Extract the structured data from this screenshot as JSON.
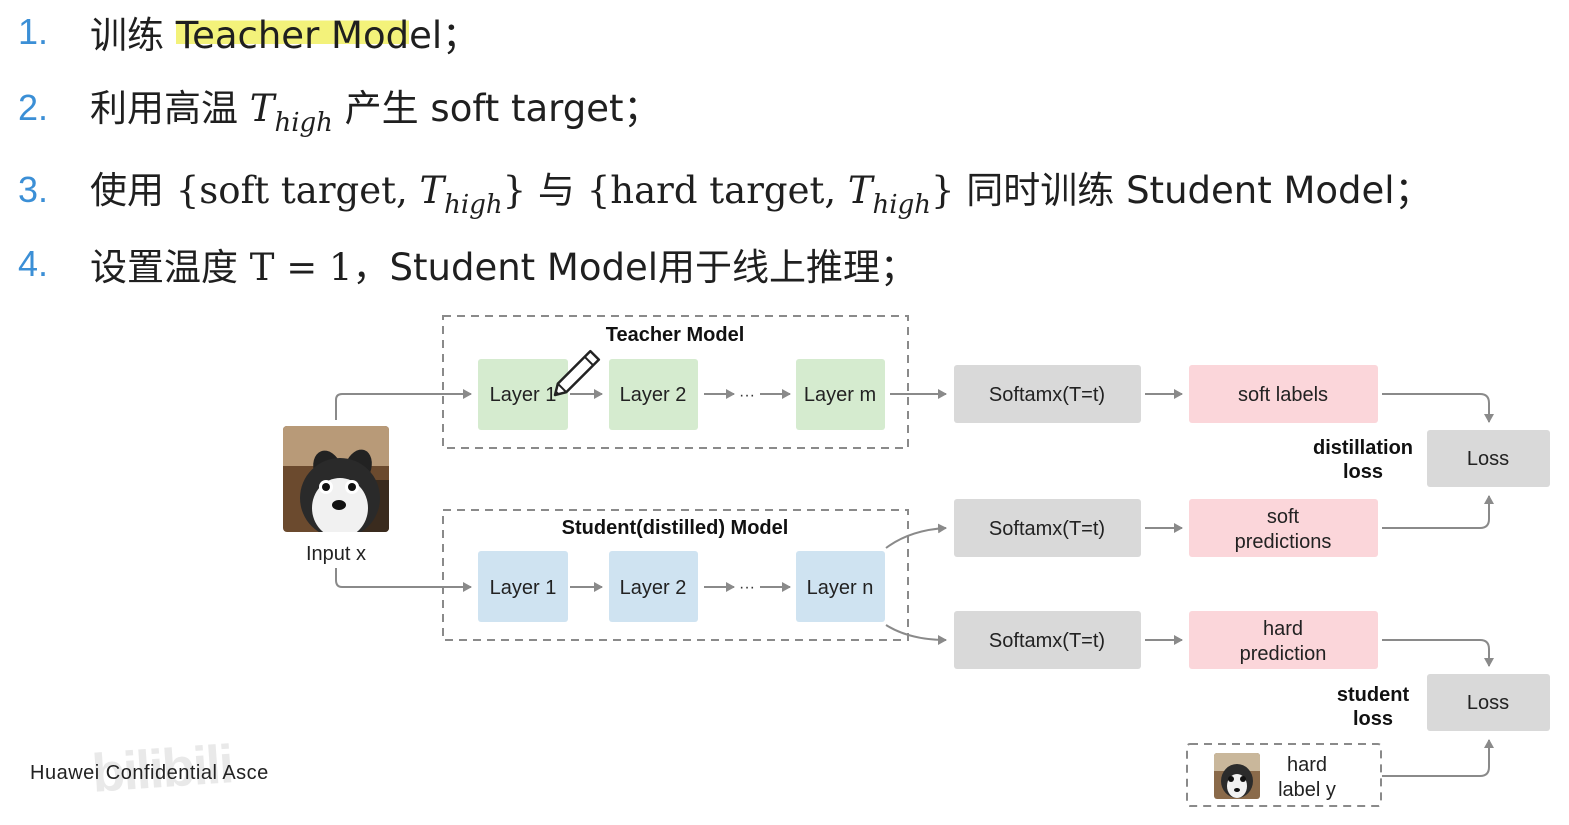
{
  "steps": [
    {
      "num": "1.",
      "pre": "训练 ",
      "highlight": "Teacher Mod",
      "post": "el；"
    },
    {
      "num": "2.",
      "pre": "利用高温 ",
      "T": "T",
      "sub": "high",
      "post": " 产生 soft target；"
    },
    {
      "num": "3.",
      "pre": "使用 ",
      "set1_open": "{soft target, ",
      "T": "T",
      "sub": "high",
      "set1_close": "}",
      "mid": " 与 ",
      "set2_open": "{hard target, ",
      "set2_close": "}",
      "post": " 同时训练 Student Model；"
    },
    {
      "num": "4.",
      "pre": "设置温度 ",
      "eq": "T = 1",
      "post": "，Student Model用于线上推理；"
    }
  ],
  "diagram": {
    "teacher_title": "Teacher Model",
    "student_title": "Student(distilled) Model",
    "teacher_layers": [
      "Layer 1",
      "Layer 2",
      "Layer m"
    ],
    "student_layers": [
      "Layer 1",
      "Layer 2",
      "Layer n"
    ],
    "ellipsis": "···",
    "input_label": "Input x",
    "softmax": [
      "Softamx(T=t)",
      "Softamx(T=t)",
      "Softamx(T=t)"
    ],
    "outputs": [
      [
        "soft labels"
      ],
      [
        "soft",
        "predictions"
      ],
      [
        "hard",
        "prediction"
      ]
    ],
    "loss": [
      "Loss",
      "Loss"
    ],
    "distillation_loss": [
      "distillation",
      "loss"
    ],
    "student_loss": [
      "student",
      "loss"
    ],
    "hard_label": [
      "hard",
      "label y"
    ],
    "colors": {
      "teacher_layer": "#d5ebcf",
      "student_layer": "#cfe3f1",
      "softmax": "#d9d9d9",
      "output": "#fbd6da",
      "loss": "#d9d9d9",
      "step_number": "#3b8fd6",
      "highlight": "#f3f27a"
    }
  },
  "footer": "Huawei Confidential  Asce",
  "watermark": "bilibili"
}
